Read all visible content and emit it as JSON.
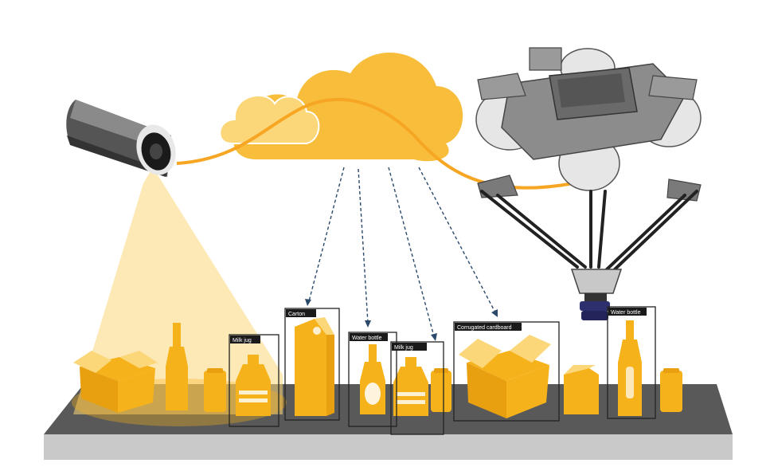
{
  "labels": {
    "milk_jug_1": "Milk jug",
    "carton": "Carton",
    "water_bottle_1": "Water bottle",
    "milk_jug_2": "Milk jug",
    "corrugated_cardboard": "Corrugated cardboard",
    "water_bottle_2": "Water bottle"
  },
  "icons": [
    "camera-icon",
    "cloud-icon",
    "robot-arm-icon"
  ],
  "colors": {
    "accent": "#f6b21b",
    "accent_light": "#fcd77a",
    "belt": "#595959",
    "belt_front": "#c9c9c9",
    "box_outline": "#222222",
    "robot": "#7a7a7a"
  }
}
